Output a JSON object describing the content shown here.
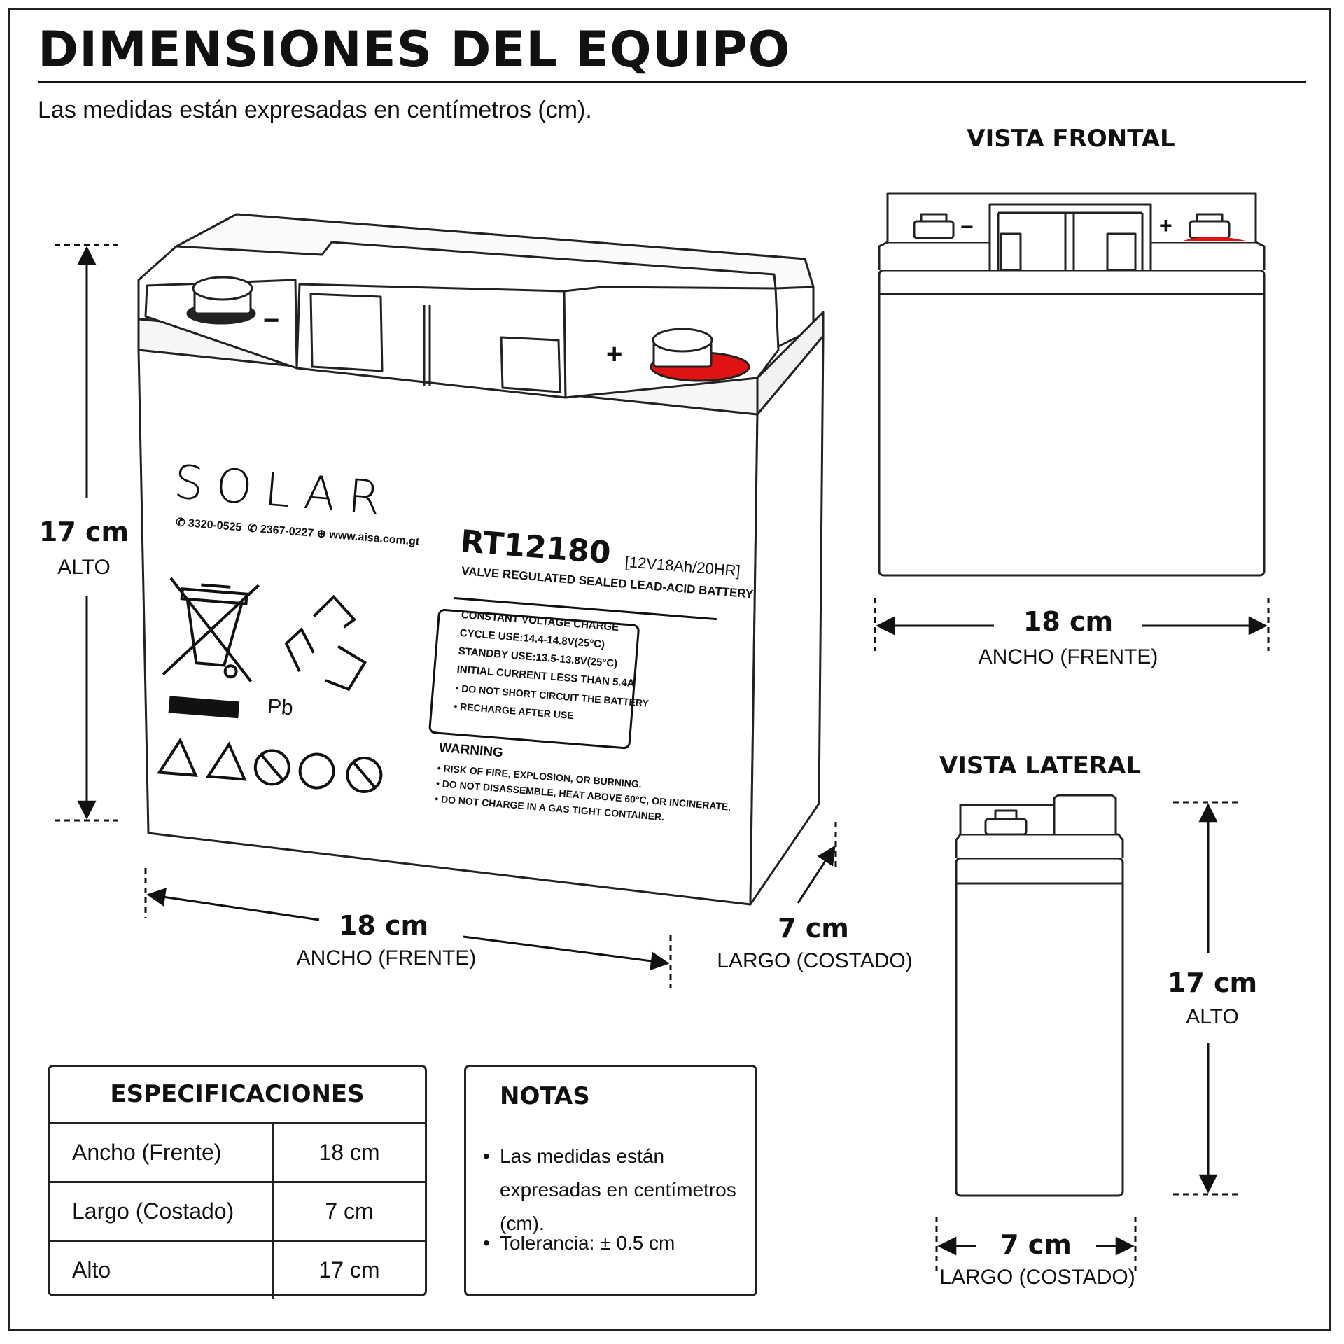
{
  "page": {
    "title": "DIMENSIONES DEL EQUIPO",
    "subtitle": "Las medidas están expresadas en centímetros (cm)."
  },
  "battery": {
    "brand": "SOLAR",
    "phone_1": "3320-0525",
    "phone_2": "2367-0227",
    "website": "www.aisa.com.gt",
    "model": "RT12180",
    "rating": "[12V18Ah/20HR]",
    "type": "VALVE REGULATED SEALED LEAD-ACID BATTERY",
    "charge_box": {
      "heading": "CONSTANT VOLTAGE CHARGE",
      "lines": [
        "CYCLE USE:14.4-14.8V(25°C)",
        "STANDBY USE:13.5-13.8V(25°C)",
        "INITIAL CURRENT LESS THAN 5.4A",
        "• DO NOT SHORT CIRCUIT THE BATTERY",
        "• RECHARGE AFTER USE"
      ]
    },
    "warning": {
      "heading": "WARNING",
      "lines": [
        "• RISK OF FIRE, EXPLOSION, OR BURNING.",
        "• DO NOT DISASSEMBLE, HEAT ABOVE 60°C, OR INCINERATE.",
        "• DO NOT CHARGE IN A GAS TIGHT CONTAINER."
      ]
    },
    "pb_label": "Pb",
    "terminal_negative": "−",
    "terminal_positive": "+",
    "terminal_positive_color": "#e11212"
  },
  "dimensions": {
    "main": {
      "alto_value": "17 cm",
      "alto_label": "ALTO",
      "ancho_value": "18 cm",
      "ancho_label": "ANCHO (FRENTE)",
      "largo_value": "7 cm",
      "largo_label": "LARGO (COSTADO)"
    },
    "front_view": {
      "title": "VISTA FRONTAL",
      "ancho_value": "18 cm",
      "ancho_label": "ANCHO (FRENTE)"
    },
    "side_view": {
      "title": "VISTA LATERAL",
      "alto_value": "17 cm",
      "alto_label": "ALTO",
      "largo_value": "7 cm",
      "largo_label": "LARGO (COSTADO)"
    }
  },
  "specs": {
    "title": "ESPECIFICACIONES",
    "rows": [
      {
        "name": "Ancho (Frente)",
        "value": "18 cm"
      },
      {
        "name": "Largo (Costado)",
        "value": "7 cm"
      },
      {
        "name": "Alto",
        "value": "17 cm"
      }
    ]
  },
  "notes": {
    "title": "NOTAS",
    "items": [
      "Las medidas están expresadas en centímetros (cm).",
      "Tolerancia: ± 0.5 cm"
    ]
  }
}
